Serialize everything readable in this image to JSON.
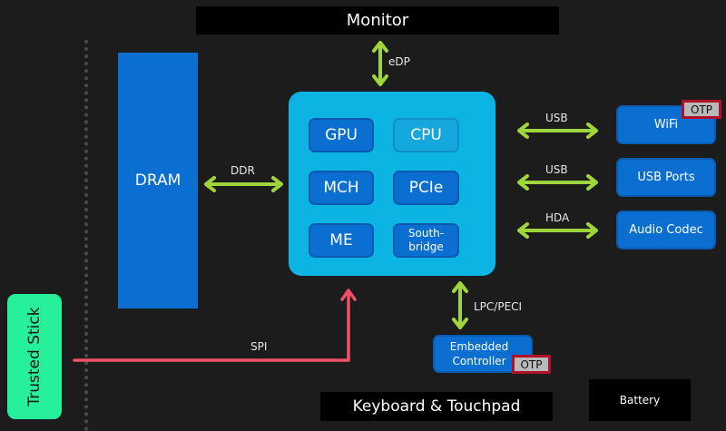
{
  "diagram": {
    "monitor": "Monitor",
    "dram": "DRAM",
    "soc_blocks": [
      "GPU",
      "CPU",
      "MCH",
      "PCIe",
      "ME",
      "South-\nbridge"
    ],
    "peripherals": [
      "WiFi",
      "USB Ports",
      "Audio Codec"
    ],
    "embedded_controller": "Embedded\nController",
    "trusted_stick": "Trusted Stick",
    "keyboard": "Keyboard & Touchpad",
    "battery": "Battery",
    "otp": "OTP",
    "links": {
      "edp": "eDP",
      "ddr": "DDR",
      "usb1": "USB",
      "usb2": "USB",
      "hda": "HDA",
      "lpc": "LPC/PECI",
      "spi": "SPI"
    },
    "colors": {
      "background": "#1c1c1c",
      "soc": "#0cb4e4",
      "block": "#0a6fd1",
      "arrow": "#9fd53a",
      "spi": "#f25066",
      "trusted": "#27f09a",
      "otp_border": "#b0102a"
    }
  }
}
